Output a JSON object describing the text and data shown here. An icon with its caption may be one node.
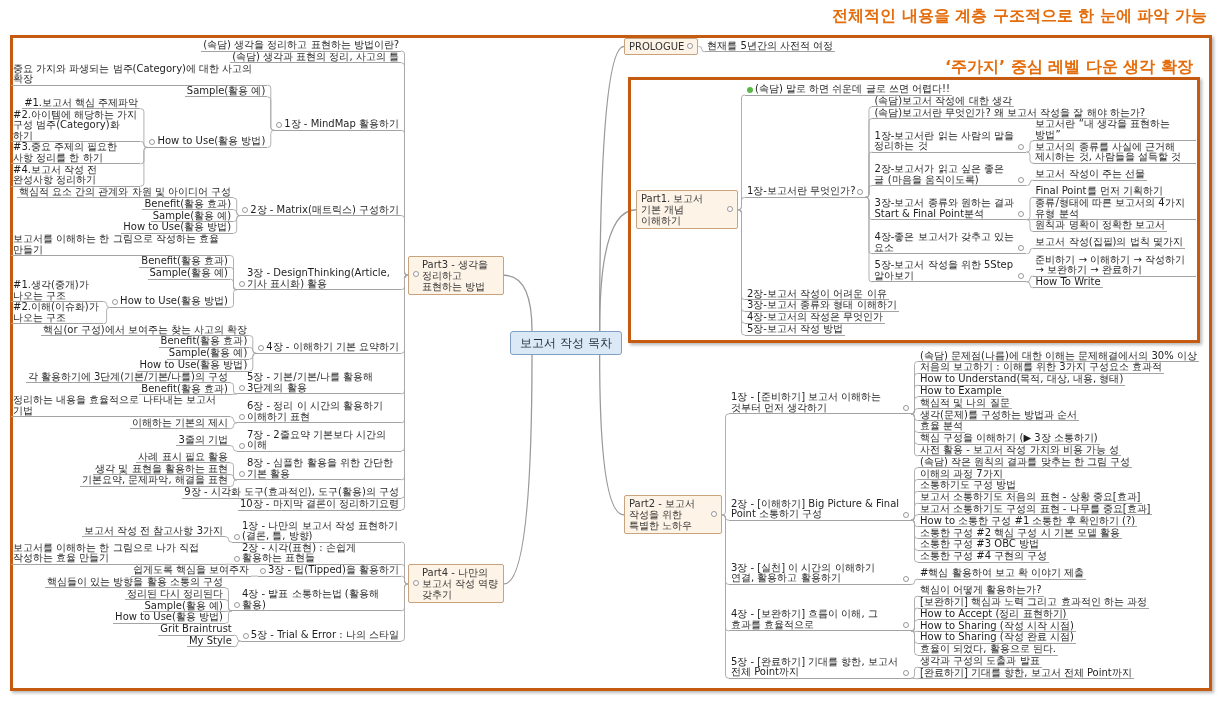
{
  "diagram": {
    "nodes": [
      {
        "text": [
          "전체적인 내용을 계층 구조적으로 한 눈에 파악 가능"
        ]
      },
      {
        "text": [
          "보고서 작성 목차"
        ],
        "in": 0
      },
      {
        "text": [
          "PROLOGUE"
        ],
        "in": 0
      },
      {
        "text": [
          "현재를 5년간의 사전적 여정"
        ],
        "in": 0
      },
      {
        "text": [
          "‘주가지’ 중심 레벨 다운 생각 확장"
        ],
        "in": 0
      },
      {
        "text": [
          "Part1. 보고서 기본 개념 이해하기"
        ],
        "in": 4
      },
      {
        "text": [
          "(속담) 말로 하면 쉬운데 글로 쓰면 어렵다!!"
        ],
        "in": 4
      },
      {
        "text": [
          "1장-보고서란 무엇인가?"
        ],
        "in": 4
      },
      {
        "text": [
          "(속담)보고서 작성에 대한 생각"
        ],
        "in": 4
      },
      {
        "text": [
          "(속담)보고서란 무엇인가? 왜 보고서 작성을 잘 해야 하는가?"
        ],
        "in": 4
      },
      {
        "text": [
          "1장-보고서란 읽는 사람의 말을 정리하는 것"
        ],
        "in": 4
      },
      {
        "text": [
          "보고서란 “내 생각을 표현하는 방법”"
        ],
        "in": 4
      },
      {
        "text": [
          "보고서의 종류를 사실에 근거해 제시하는 것, 사람들을 설득할 것"
        ],
        "in": 4
      },
      {
        "text": [
          "2장-보고서가 읽고 싶은 좋은 글 (마음을 움직이도록)"
        ],
        "in": 4
      },
      {
        "text": [
          "보고서 작성이 주는 선물"
        ],
        "in": 4
      },
      {
        "text": [
          "3장-보고서 종류와 원하는 결과 Start & Final Point분석"
        ],
        "in": 4
      },
      {
        "text": [
          "Final Point를 먼저 기획하기"
        ],
        "in": 4
      },
      {
        "text": [
          "종류/형태에 따른 보고서의 4가지 유형 분석"
        ],
        "in": 4
      },
      {
        "text": [
          "원칙과 명확이 정확한 보고서"
        ],
        "in": 4
      },
      {
        "text": [
          "4장-좋은 보고서가 갖추고 있는 요소"
        ],
        "in": 4
      },
      {
        "text": [
          "보고서 작성(집필)의 법칙 몇가지"
        ],
        "in": 4
      },
      {
        "text": [
          "5장-보고서 작성을 위한 5Step 알아보기"
        ],
        "in": 4
      },
      {
        "text": [
          "준비하기 → 이해하기 → 작성하기 → 보완하기 → 완료하기"
        ],
        "in": 4
      },
      {
        "text": [
          "How To Write"
        ],
        "in": 4
      },
      {
        "text": [
          "2장-보고서 작성이 어려운 이유"
        ],
        "in": 4
      },
      {
        "text": [
          "3장-보고서 종류와 형태 이해하기"
        ],
        "in": 4
      },
      {
        "text": [
          "4장-보고서의 작성은 무엇인가"
        ],
        "in": 4
      },
      {
        "text": [
          "5장-보고서 작성 방법"
        ],
        "in": 4
      },
      {
        "text": [
          "Part2 - 보고서 작성을 위한 특별한 노하우"
        ],
        "in": 0
      },
      {
        "text": [
          "1장 - [준비하기] 보고서 이해하는 것부터 먼저 생각하기"
        ],
        "in": 0
      },
      {
        "text": [
          "(속담) 문제점(나름)에 대한 이해는 문제해결에서의 30% 이상"
        ],
        "in": 0
      },
      {
        "text": [
          "처음의 보고하기 : 이해를 위한 3가지 구성요소 효과적"
        ],
        "in": 0
      },
      {
        "text": [
          "How to Understand(목적, 대상, 내용, 형태)"
        ],
        "in": 0
      },
      {
        "text": [
          "How to Example"
        ],
        "in": 0
      },
      {
        "text": [
          "핵심적 및 나의 질문"
        ],
        "in": 0
      },
      {
        "text": [
          "생각(문제)를 구성하는 방법과 순서"
        ],
        "in": 0
      },
      {
        "text": [
          "효율 분석"
        ],
        "in": 0
      },
      {
        "text": [
          "핵심 구성을 이해하기 (▶ 3장 소통하기)"
        ],
        "in": 0
      },
      {
        "text": [
          "사전 활용 - 보고서 작성 가치와 비용 가능 성"
        ],
        "in": 0
      },
      {
        "text": [
          "2장 - [이해하기] Big Picture & Final Point 소통하기 구성"
        ],
        "in": 0
      },
      {
        "text": [
          "(속담) 작은 원칙의 결과를 맞추는 한 그림 구성"
        ],
        "in": 0
      },
      {
        "text": [
          "이해의 과정 7가지"
        ],
        "in": 0
      },
      {
        "text": [
          "소통하기도 구성 방법"
        ],
        "in": 0
      },
      {
        "text": [
          "보고서 소통하기도 처음의 표현 - 상황 중요[효과]"
        ],
        "in": 0
      },
      {
        "text": [
          "보고서 소통하기도 구성의 표현 - 나무를 중요[효과]"
        ],
        "in": 0
      },
      {
        "text": [
          "How to 소통한 구성 #1 소통한 후 확인하기 (?)"
        ],
        "in": 0
      },
      {
        "text": [
          "소통한 구성 #2 핵심 구성 시 기본 모델 활용"
        ],
        "in": 0
      },
      {
        "text": [
          "소통한 구성 #3 OBC 방법"
        ],
        "in": 0
      },
      {
        "text": [
          "소통한 구성 #4 구현의 구성"
        ],
        "in": 0
      },
      {
        "text": [
          "3장 - [실천] 이 시간의 이해하기 연결, 활용하고 활용하기"
        ],
        "in": 0
      },
      {
        "text": [
          "#핵심 활용하여 보고 확 이야기 제출"
        ],
        "in": 0
      },
      {
        "text": [
          "4장 - [보완하기] 흐름이 이해, 그 효과를 효율적으로"
        ],
        "in": 0
      },
      {
        "text": [
          "핵심이 어떻게 활용하는가?"
        ],
        "in": 0
      },
      {
        "text": [
          "[보완하기] 핵심과 노력 그리고 효과적인 하는 과정"
        ],
        "in": 0
      },
      {
        "text": [
          "How to Accept (정리 표현하기)"
        ],
        "in": 0
      },
      {
        "text": [
          "How to Sharing (작성 시작 시점)"
        ],
        "in": 0
      },
      {
        "text": [
          "How to Sharing (작성 완료 시점)"
        ],
        "in": 0
      },
      {
        "text": [
          "효율이 되었다, 활용으로 된다."
        ],
        "in": 0
      },
      {
        "text": [
          "5장 - [완료하기] 기대를 향한, 보고서 전체 Point까지"
        ],
        "in": 0
      },
      {
        "text": [
          "생각과 구성의 도출과 발표"
        ],
        "in": 0
      },
      {
        "text": [
          "[완료하기] 기대를 향한, 보고서 전체 Point까지"
        ],
        "in": 0
      },
      {
        "text": [
          "Part3 - 생각을 정리하고 표현하는 방법"
        ],
        "in": 0
      },
      {
        "text": [
          "(속담) 생각을 정리하고 표현하는 방법이란?"
        ],
        "in": 0
      },
      {
        "text": [
          "(속담) 생각과 표현의 정리, 사고의 틀"
        ],
        "in": 0
      },
      {
        "text": [
          "1장 - MindMap 활용하기"
        ],
        "in": 0
      },
      {
        "text": [
          "중요 가지와 파생되는 범주(Category)에 대한 사고의 확장"
        ],
        "in": 0
      },
      {
        "text": [
          "Sample(활용 예)"
        ],
        "in": 0
      },
      {
        "text": [
          "How to Use(활용 방법)"
        ],
        "in": 0
      },
      {
        "text": [
          "#1.보고서 핵심 주제파악"
        ],
        "in": 0
      },
      {
        "text": [
          "#2.아이템에 해당하는 가지 구성 범주(Category)화 하기"
        ],
        "in": 0
      },
      {
        "text": [
          "#3.중요 주제의 필요한 사항 정리를 한 하기"
        ],
        "in": 0
      },
      {
        "text": [
          "#4.보고서 작성 전 완성사항 정리하기"
        ],
        "in": 0
      },
      {
        "text": [
          "2장 - Matrix(매트릭스) 구성하기"
        ],
        "in": 0
      },
      {
        "text": [
          "핵심적 요소 간의 관계와 차원 및 아이디어 구성"
        ],
        "in": 0
      },
      {
        "text": [
          "Benefit(활용 효과)"
        ],
        "in": 0
      },
      {
        "text": [
          "Sample(활용 예)"
        ],
        "in": 0
      },
      {
        "text": [
          "How to Use(활용 방법)"
        ],
        "in": 0
      },
      {
        "text": [
          "3장 - DesignThinking(Article, 기사 표시화) 활용"
        ],
        "in": 0
      },
      {
        "text": [
          "보고서를 이해하는 한 그림으로 작성하는 효율 만들기"
        ],
        "in": 0
      },
      {
        "text": [
          "Benefit(활용 효과)"
        ],
        "in": 0
      },
      {
        "text": [
          "Sample(활용 예)"
        ],
        "in": 0
      },
      {
        "text": [
          "How to Use(활용 방법)"
        ],
        "in": 0
      },
      {
        "text": [
          "#1.생각(중개)가 나오는 구조"
        ],
        "in": 0
      },
      {
        "text": [
          "#2.이해(이슈화)가 나오는 구조"
        ],
        "in": 0
      },
      {
        "text": [
          "4장 - 이해하기 기본 요약하기"
        ],
        "in": 0
      },
      {
        "text": [
          "핵심(or 구성)에서 보여주는 찾는 사고의 확장"
        ],
        "in": 0
      },
      {
        "text": [
          "Benefit(활용 효과)"
        ],
        "in": 0
      },
      {
        "text": [
          "Sample(활용 예)"
        ],
        "in": 0
      },
      {
        "text": [
          "How to Use(활용 방법)"
        ],
        "in": 0
      },
      {
        "text": [
          "5장 - 기본/기본/나를 활용해 3단계의 활용"
        ],
        "in": 0
      },
      {
        "text": [
          "각 활용하기에 3단계(기본/기본/나를)의 구성"
        ],
        "in": 0
      },
      {
        "text": [
          "Benefit(활용 효과)"
        ],
        "in": 0
      },
      {
        "text": [
          "6장 - 정리 이 시간의 활용하기 이해하기 표현"
        ],
        "in": 0
      },
      {
        "text": [
          "정리하는 내용을 효율적으로 나타내는 보고서 기법"
        ],
        "in": 0
      },
      {
        "text": [
          "이해하는 기본의 제시"
        ],
        "in": 0
      },
      {
        "text": [
          "7장 - 2줄요약 기본보다 시간의 이해"
        ],
        "in": 0
      },
      {
        "text": [
          "3줄의 기법"
        ],
        "in": 0
      },
      {
        "text": [
          "8장 - 심플한 활용을 위한 간단한 기본 활용"
        ],
        "in": 0
      },
      {
        "text": [
          "사례 표시 필요 활용"
        ],
        "in": 0
      },
      {
        "text": [
          "생각 및 표현을 활용하는 표현"
        ],
        "in": 0
      },
      {
        "text": [
          "기본요약, 문제파악, 해결을 표현"
        ],
        "in": 0
      },
      {
        "text": [
          "9장 - 시각화 도구(효과적인), 도구(활용)의 구성"
        ],
        "in": 0
      },
      {
        "text": [
          "10장 - 마지막 결론이 정리하기요령"
        ],
        "in": 0
      },
      {
        "text": [
          "Part4 - 나만의 보고서 작성 역량 갖추기"
        ],
        "in": 0
      },
      {
        "text": [
          "1장 - 나만의 보고서 작성 표현하기(결론, 틀, 방향)"
        ],
        "in": 0
      },
      {
        "text": [
          "보고서 작성 전 참고사항 3가지"
        ],
        "in": 0
      },
      {
        "text": [
          "2장 - 시각(표현) : 손쉽게 활용하는 표현들"
        ],
        "in": 0
      },
      {
        "text": [
          "보고서를 이해하는 한 그림으로 나가 직접 작성하는 효율 만들기"
        ],
        "in": 0
      },
      {
        "text": [
          "3장 - 팁(Tipped)을 활용하기"
        ],
        "in": 0
      },
      {
        "text": [
          "쉽게도록 핵심을 보여주자"
        ],
        "in": 0
      },
      {
        "text": [
          "4장 - 발표 소통하는법 (활용해 활용)"
        ],
        "in": 0
      },
      {
        "text": [
          "핵심들이 있는 방향을 활용 소통의 구성"
        ],
        "in": 0
      },
      {
        "text": [
          "정리된 다시 정리된다"
        ],
        "in": 0
      },
      {
        "text": [
          "Sample(활용 예)"
        ],
        "in": 0
      },
      {
        "text": [
          "How to Use(활용 방법)"
        ],
        "in": 0
      },
      {
        "text": [
          "5장 - Trial & Error : 나의 스타일"
        ],
        "in": 0
      },
      {
        "text": [
          "Grit Braintrust"
        ],
        "in": 0
      },
      {
        "text": [
          "My Style"
        ],
        "in": 0
      }
    ],
    "edges": [
      {
        "from": 1,
        "to": 2,
        "arrow": "none"
      },
      {
        "from": 1,
        "to": 5,
        "arrow": "none"
      },
      {
        "from": 1,
        "to": 28,
        "arrow": "none"
      },
      {
        "from": 1,
        "to": 61,
        "arrow": "none"
      },
      {
        "from": 1,
        "to": 103,
        "arrow": "none"
      },
      {
        "from": 2,
        "to": 3,
        "arrow": "none"
      },
      {
        "from": 5,
        "to": 6,
        "arrow": "none"
      },
      {
        "from": 5,
        "to": 7,
        "arrow": "none"
      },
      {
        "from": 5,
        "to": 24,
        "arrow": "none"
      },
      {
        "from": 5,
        "to": 25,
        "arrow": "none"
      },
      {
        "from": 5,
        "to": 26,
        "arrow": "none"
      },
      {
        "from": 5,
        "to": 27,
        "arrow": "none"
      },
      {
        "from": 7,
        "to": 8,
        "arrow": "none"
      },
      {
        "from": 7,
        "to": 9,
        "arrow": "none"
      },
      {
        "from": 7,
        "to": 10,
        "arrow": "none"
      },
      {
        "from": 7,
        "to": 13,
        "arrow": "none"
      },
      {
        "from": 7,
        "to": 15,
        "arrow": "none"
      },
      {
        "from": 7,
        "to": 19,
        "arrow": "none"
      },
      {
        "from": 7,
        "to": 21,
        "arrow": "none"
      },
      {
        "from": 10,
        "to": 11,
        "arrow": "none"
      },
      {
        "from": 10,
        "to": 12,
        "arrow": "none"
      },
      {
        "from": 13,
        "to": 14,
        "arrow": "none"
      },
      {
        "from": 15,
        "to": 16,
        "arrow": "none"
      },
      {
        "from": 15,
        "to": 17,
        "arrow": "none"
      },
      {
        "from": 15,
        "to": 18,
        "arrow": "none"
      },
      {
        "from": 19,
        "to": 20,
        "arrow": "none"
      },
      {
        "from": 21,
        "to": 22,
        "arrow": "none"
      },
      {
        "from": 21,
        "to": 23,
        "arrow": "none"
      },
      {
        "from": 28,
        "to": 29,
        "arrow": "none"
      },
      {
        "from": 28,
        "to": 39,
        "arrow": "none"
      },
      {
        "from": 28,
        "to": 49,
        "arrow": "none"
      },
      {
        "from": 28,
        "to": 51,
        "arrow": "none"
      },
      {
        "from": 28,
        "to": 58,
        "arrow": "none"
      },
      {
        "from": 29,
        "to": 30,
        "arrow": "none"
      },
      {
        "from": 29,
        "to": 31,
        "arrow": "none"
      },
      {
        "from": 29,
        "to": 32,
        "arrow": "none"
      },
      {
        "from": 29,
        "to": 33,
        "arrow": "none"
      },
      {
        "from": 29,
        "to": 34,
        "arrow": "none"
      },
      {
        "from": 29,
        "to": 35,
        "arrow": "none"
      },
      {
        "from": 29,
        "to": 36,
        "arrow": "none"
      },
      {
        "from": 29,
        "to": 37,
        "arrow": "none"
      },
      {
        "from": 29,
        "to": 38,
        "arrow": "none"
      },
      {
        "from": 39,
        "to": 40,
        "arrow": "none"
      },
      {
        "from": 39,
        "to": 41,
        "arrow": "none"
      },
      {
        "from": 39,
        "to": 42,
        "arrow": "none"
      },
      {
        "from": 39,
        "to": 43,
        "arrow": "none"
      },
      {
        "from": 39,
        "to": 44,
        "arrow": "none"
      },
      {
        "from": 39,
        "to": 45,
        "arrow": "none"
      },
      {
        "from": 39,
        "to": 46,
        "arrow": "none"
      },
      {
        "from": 39,
        "to": 47,
        "arrow": "none"
      },
      {
        "from": 39,
        "to": 48,
        "arrow": "none"
      },
      {
        "from": 49,
        "to": 50,
        "arrow": "none"
      },
      {
        "from": 51,
        "to": 52,
        "arrow": "none"
      },
      {
        "from": 51,
        "to": 53,
        "arrow": "none"
      },
      {
        "from": 51,
        "to": 54,
        "arrow": "none"
      },
      {
        "from": 51,
        "to": 55,
        "arrow": "none"
      },
      {
        "from": 51,
        "to": 56,
        "arrow": "none"
      },
      {
        "from": 51,
        "to": 57,
        "arrow": "none"
      },
      {
        "from": 58,
        "to": 59,
        "arrow": "none"
      },
      {
        "from": 58,
        "to": 60,
        "arrow": "none"
      },
      {
        "from": 61,
        "to": 62,
        "arrow": "none"
      },
      {
        "from": 61,
        "to": 63,
        "arrow": "none"
      },
      {
        "from": 61,
        "to": 64,
        "arrow": "none"
      },
      {
        "from": 61,
        "to": 72,
        "arrow": "none"
      },
      {
        "from": 61,
        "to": 77,
        "arrow": "none"
      },
      {
        "from": 61,
        "to": 84,
        "arrow": "none"
      },
      {
        "from": 61,
        "to": 89,
        "arrow": "none"
      },
      {
        "from": 61,
        "to": 92,
        "arrow": "none"
      },
      {
        "from": 61,
        "to": 95,
        "arrow": "none"
      },
      {
        "from": 61,
        "to": 97,
        "arrow": "none"
      },
      {
        "from": 61,
        "to": 101,
        "arrow": "none"
      },
      {
        "from": 61,
        "to": 102,
        "arrow": "none"
      },
      {
        "from": 64,
        "to": 65,
        "arrow": "none"
      },
      {
        "from": 64,
        "to": 66,
        "arrow": "none"
      },
      {
        "from": 64,
        "to": 67,
        "arrow": "none"
      },
      {
        "from": 67,
        "to": 68,
        "arrow": "none"
      },
      {
        "from": 67,
        "to": 69,
        "arrow": "none"
      },
      {
        "from": 67,
        "to": 70,
        "arrow": "none"
      },
      {
        "from": 67,
        "to": 71,
        "arrow": "none"
      },
      {
        "from": 72,
        "to": 73,
        "arrow": "none"
      },
      {
        "from": 72,
        "to": 74,
        "arrow": "none"
      },
      {
        "from": 72,
        "to": 75,
        "arrow": "none"
      },
      {
        "from": 72,
        "to": 76,
        "arrow": "none"
      },
      {
        "from": 77,
        "to": 78,
        "arrow": "none"
      },
      {
        "from": 77,
        "to": 79,
        "arrow": "none"
      },
      {
        "from": 77,
        "to": 80,
        "arrow": "none"
      },
      {
        "from": 77,
        "to": 81,
        "arrow": "none"
      },
      {
        "from": 81,
        "to": 82,
        "arrow": "none"
      },
      {
        "from": 81,
        "to": 83,
        "arrow": "none"
      },
      {
        "from": 84,
        "to": 85,
        "arrow": "none"
      },
      {
        "from": 84,
        "to": 86,
        "arrow": "none"
      },
      {
        "from": 84,
        "to": 87,
        "arrow": "none"
      },
      {
        "from": 84,
        "to": 88,
        "arrow": "none"
      },
      {
        "from": 89,
        "to": 90,
        "arrow": "none"
      },
      {
        "from": 89,
        "to": 91,
        "arrow": "none"
      },
      {
        "from": 92,
        "to": 93,
        "arrow": "none"
      },
      {
        "from": 92,
        "to": 94,
        "arrow": "none"
      },
      {
        "from": 95,
        "to": 96,
        "arrow": "none"
      },
      {
        "from": 97,
        "to": 98,
        "arrow": "none"
      },
      {
        "from": 97,
        "to": 99,
        "arrow": "none"
      },
      {
        "from": 97,
        "to": 100,
        "arrow": "none"
      },
      {
        "from": 103,
        "to": 104,
        "arrow": "none"
      },
      {
        "from": 103,
        "to": 106,
        "arrow": "none"
      },
      {
        "from": 103,
        "to": 108,
        "arrow": "none"
      },
      {
        "from": 103,
        "to": 110,
        "arrow": "none"
      },
      {
        "from": 103,
        "to": 115,
        "arrow": "none"
      },
      {
        "from": 104,
        "to": 105,
        "arrow": "none"
      },
      {
        "from": 106,
        "to": 107,
        "arrow": "none"
      },
      {
        "from": 108,
        "to": 109,
        "arrow": "none"
      },
      {
        "from": 110,
        "to": 111,
        "arrow": "none"
      },
      {
        "from": 110,
        "to": 112,
        "arrow": "none"
      },
      {
        "from": 110,
        "to": 113,
        "arrow": "none"
      },
      {
        "from": 110,
        "to": 114,
        "arrow": "none"
      },
      {
        "from": 115,
        "to": 116,
        "arrow": "none"
      },
      {
        "from": 115,
        "to": 117,
        "arrow": "none"
      }
    ]
  }
}
